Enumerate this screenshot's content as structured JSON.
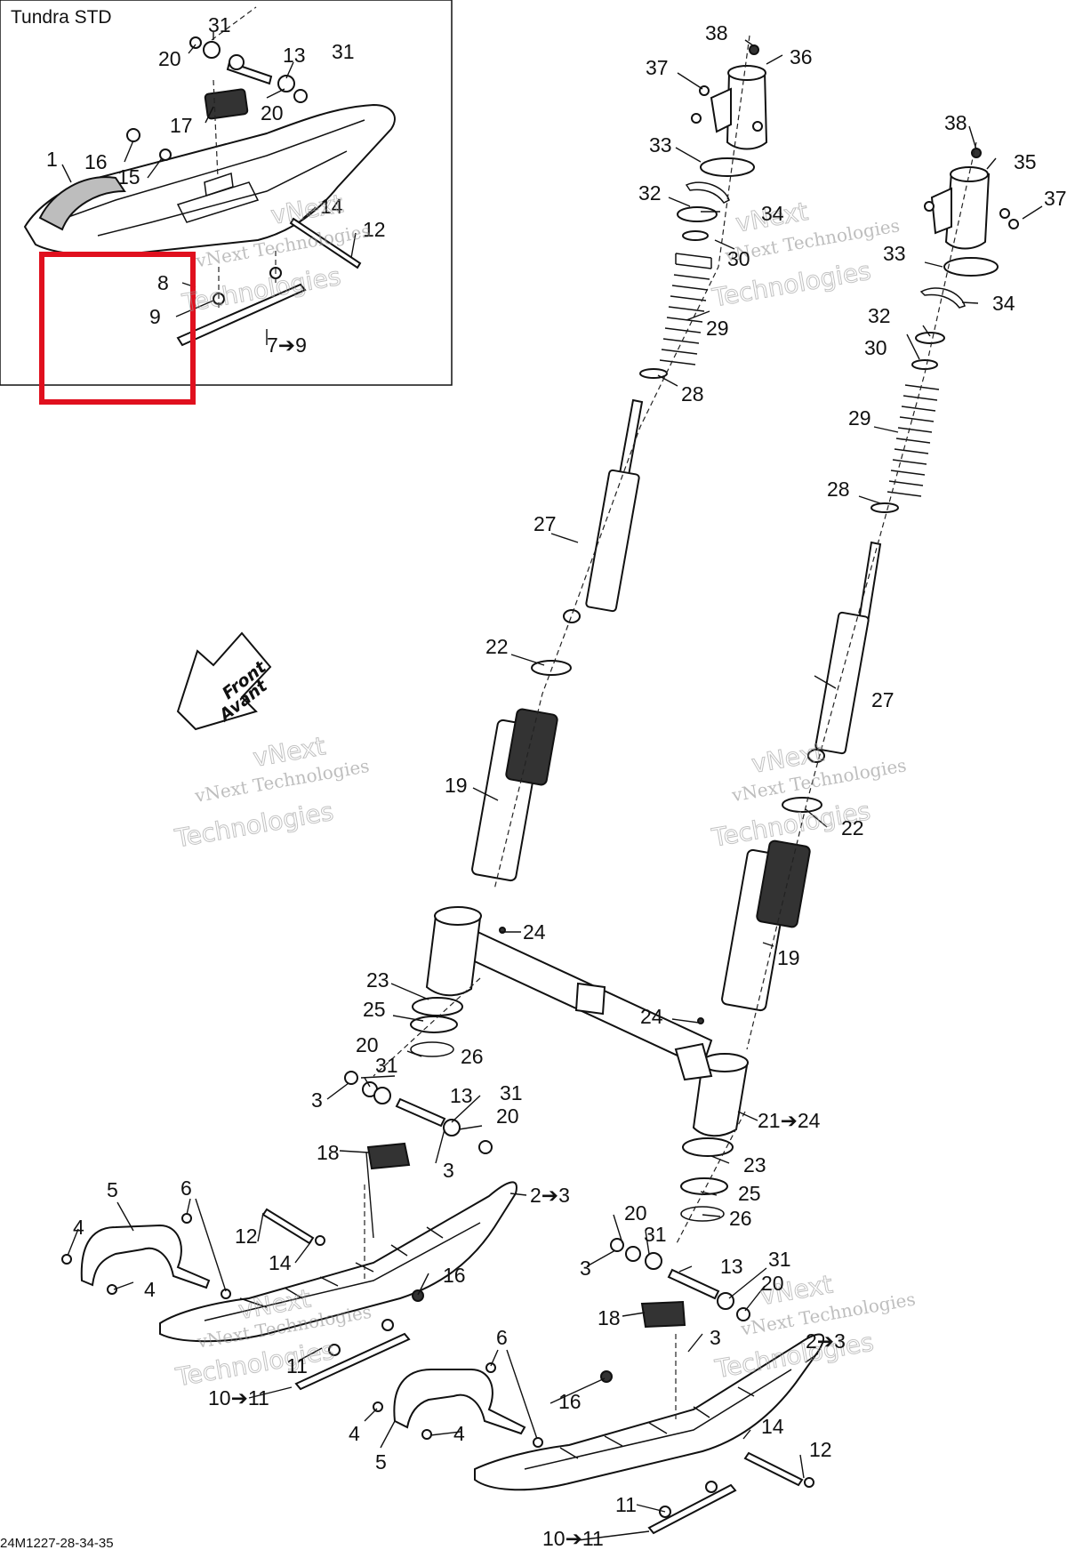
{
  "inset": {
    "title": "Tundra STD"
  },
  "direction_arrow": {
    "line1": "Front",
    "line2": "Avant"
  },
  "watermark": {
    "line1": "vNext",
    "line2": "vNext Technologies",
    "line3": "Technologies"
  },
  "footer": {
    "drawing_id": "24M1227-28-34-35"
  },
  "colors": {
    "highlight": "#e0101e",
    "line": "#111111"
  },
  "callouts": {
    "c1": "1",
    "c16a": "16",
    "c15": "15",
    "c17a": "17",
    "c20a": "20",
    "c31a": "31",
    "c13a": "13",
    "c31b": "31",
    "c20b": "20",
    "c14a": "14",
    "c12a": "12",
    "c8": "8",
    "c9": "9",
    "c7to9": "7➔9",
    "c38a": "38",
    "c37a": "37",
    "c36": "36",
    "c33a": "33",
    "c32a": "32",
    "c34a": "34",
    "c30a": "30",
    "c29a": "29",
    "c28a": "28",
    "c27a": "27",
    "c38b": "38",
    "c35": "35",
    "c37b": "37",
    "c33b": "33",
    "c34b": "34",
    "c32b": "32",
    "c30b": "30",
    "c29b": "29",
    "c28b": "28",
    "c27b": "27",
    "c22a": "22",
    "c19a": "19",
    "c22b": "22",
    "c19b": "19",
    "c24a": "24",
    "c24b": "24",
    "c21to24": "21➔24",
    "c23a": "23",
    "c25a": "25",
    "c26a": "26",
    "c20c": "20",
    "c31c": "31",
    "c3a": "3",
    "c13b": "13",
    "c31d": "31",
    "c20d": "20",
    "c3b": "3",
    "c18a": "18",
    "c2to3a": "2➔3",
    "c23b": "23",
    "c25b": "25",
    "c26b": "26",
    "c5a": "5",
    "c6a": "6",
    "c4a": "4",
    "c4b": "4",
    "c12b": "12",
    "c14b": "14",
    "c16b": "16",
    "c11a": "11",
    "c10to11a": "10➔11",
    "c20e": "20",
    "c31e": "31",
    "c3c": "3",
    "c13c": "13",
    "c31f": "31",
    "c20f": "20",
    "c18b": "18",
    "c3d": "3",
    "c2to3b": "2➔3",
    "c6b": "6",
    "c16c": "16",
    "c4c": "4",
    "c4d": "4",
    "c5b": "5",
    "c14c": "14",
    "c12c": "12",
    "c11b": "11",
    "c10to11b": "10➔11"
  }
}
